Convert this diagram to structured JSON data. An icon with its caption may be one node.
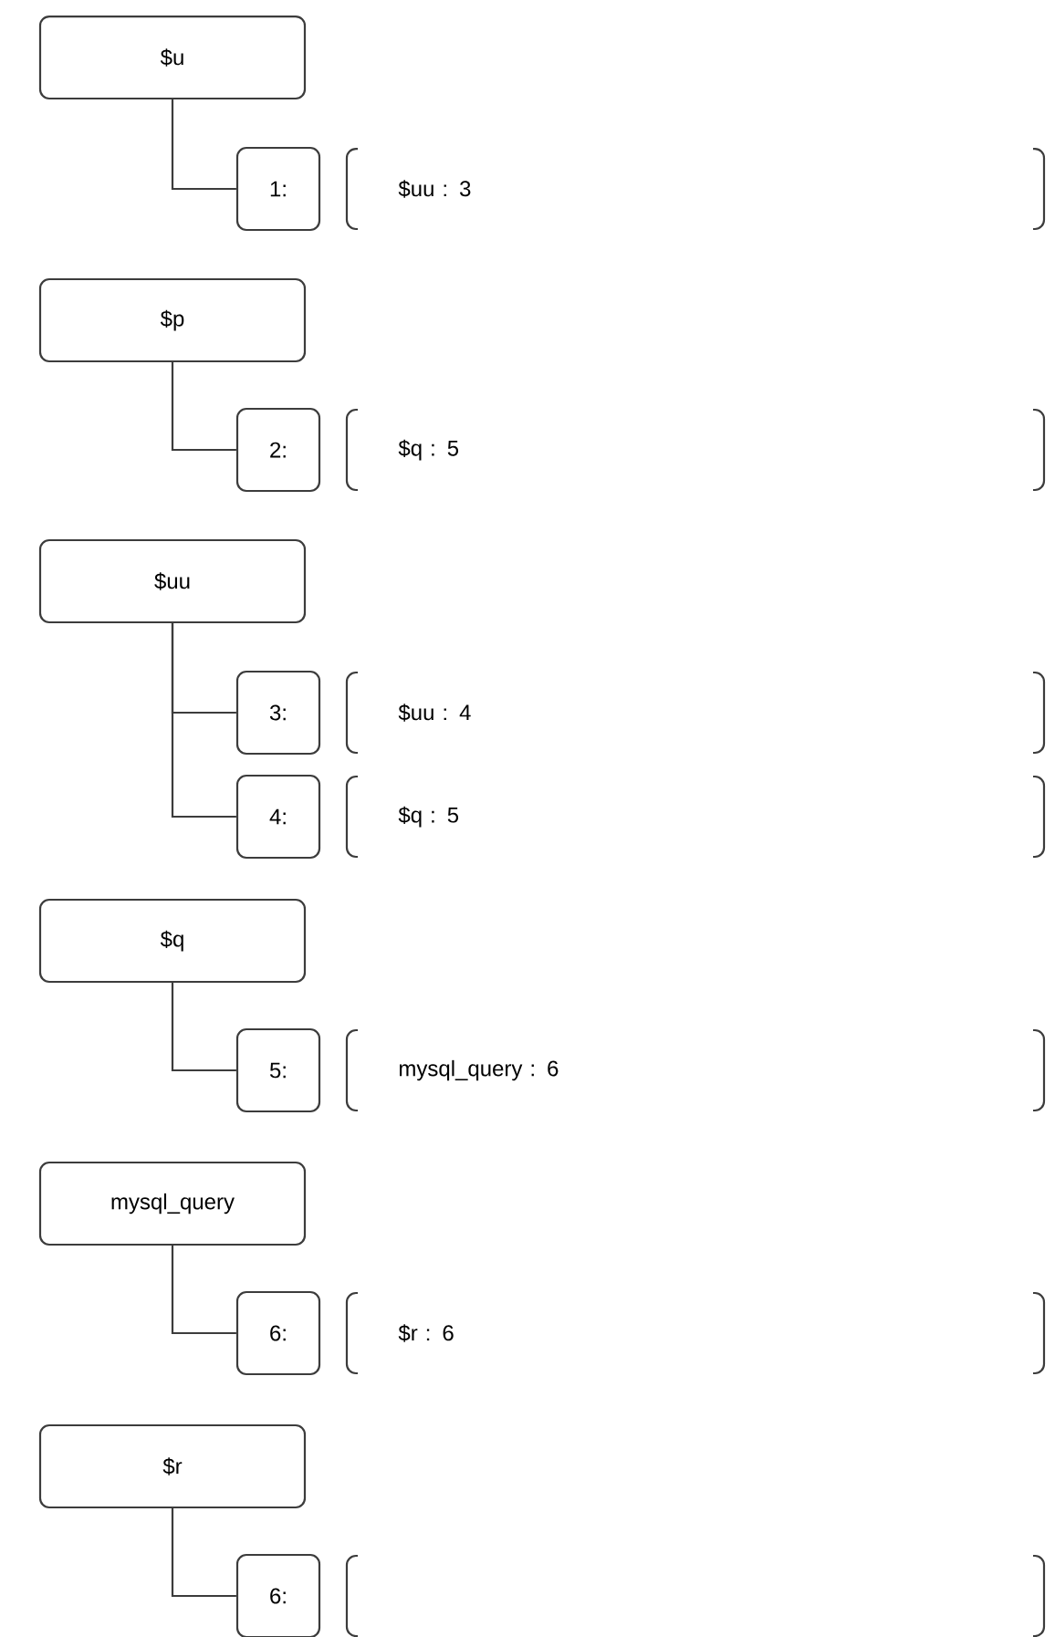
{
  "diagram": {
    "nodes": [
      {
        "text": [
          "$u"
        ]
      },
      {
        "text": [
          "1:"
        ]
      },
      {
        "text": [
          "$uu : 3"
        ]
      },
      {
        "text": [
          "$p"
        ]
      },
      {
        "text": [
          "2:"
        ]
      },
      {
        "text": [
          "$q : 5"
        ]
      },
      {
        "text": [
          "$uu"
        ]
      },
      {
        "text": [
          "3:"
        ]
      },
      {
        "text": [
          "$uu : 4"
        ]
      },
      {
        "text": [
          "4:"
        ]
      },
      {
        "text": [
          "$q : 5"
        ]
      },
      {
        "text": [
          "$q"
        ]
      },
      {
        "text": [
          "5:"
        ]
      },
      {
        "text": [
          "mysql_query : 6"
        ]
      },
      {
        "text": [
          "mysql_query"
        ]
      },
      {
        "text": [
          "6:"
        ]
      },
      {
        "text": [
          "$r : 6"
        ]
      },
      {
        "text": [
          "$r"
        ]
      },
      {
        "text": [
          "6:"
        ]
      },
      {
        "text": [],
        "shape": "bracket"
      }
    ],
    "edges": [
      {
        "from": 0,
        "to": 1,
        "arrow": "none"
      },
      {
        "from": 3,
        "to": 4,
        "arrow": "none"
      },
      {
        "from": 6,
        "to": 7,
        "arrow": "none"
      },
      {
        "from": 6,
        "to": 9,
        "arrow": "none"
      },
      {
        "from": 11,
        "to": 12,
        "arrow": "none"
      },
      {
        "from": 14,
        "to": 15,
        "arrow": "none"
      },
      {
        "from": 17,
        "to": 18,
        "arrow": "none"
      }
    ]
  }
}
